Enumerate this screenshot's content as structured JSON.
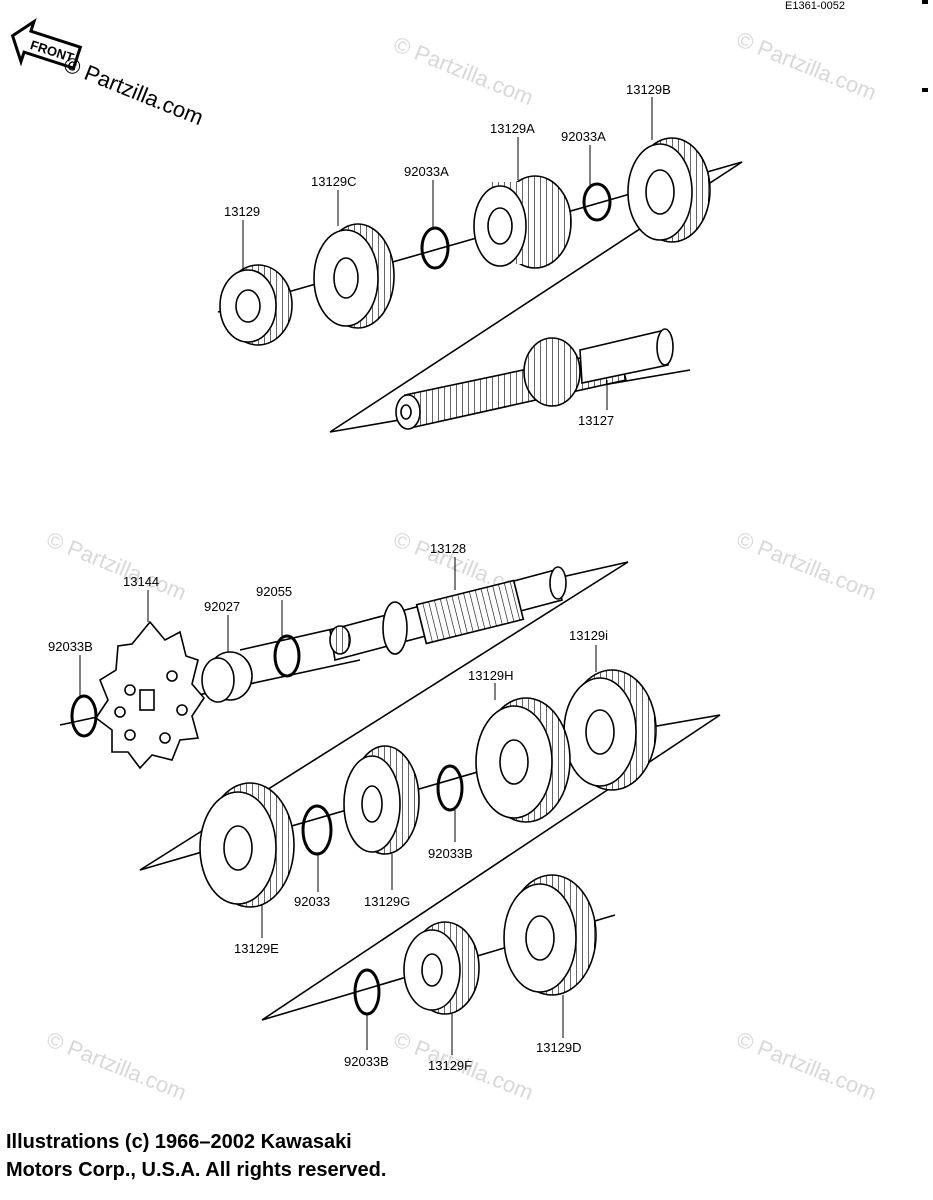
{
  "header": {
    "drawing_code": "E1361-0052",
    "front_arrow_label": "FRONT"
  },
  "watermark": {
    "text": "© Partzilla.com"
  },
  "parts": {
    "p13129": "13129",
    "p13129C": "13129C",
    "p92033A_left": "92033A",
    "p13129A": "13129A",
    "p92033A_right": "92033A",
    "p13129B": "13129B",
    "p13127": "13127",
    "p13128": "13128",
    "p13144": "13144",
    "p92027": "92027",
    "p92055": "92055",
    "p92033B_left": "92033B",
    "p13129i": "13129i",
    "p13129H": "13129H",
    "p92033B_mid": "92033B",
    "p92033": "92033",
    "p13129G": "13129G",
    "p13129E": "13129E",
    "p92033B_bottom": "92033B",
    "p13129F": "13129F",
    "p13129D": "13129D"
  },
  "footer": {
    "copyright_line1": "Illustrations (c) 1966–2002 Kawasaki",
    "copyright_line2": "Motors Corp., U.S.A.  All rights reserved."
  }
}
